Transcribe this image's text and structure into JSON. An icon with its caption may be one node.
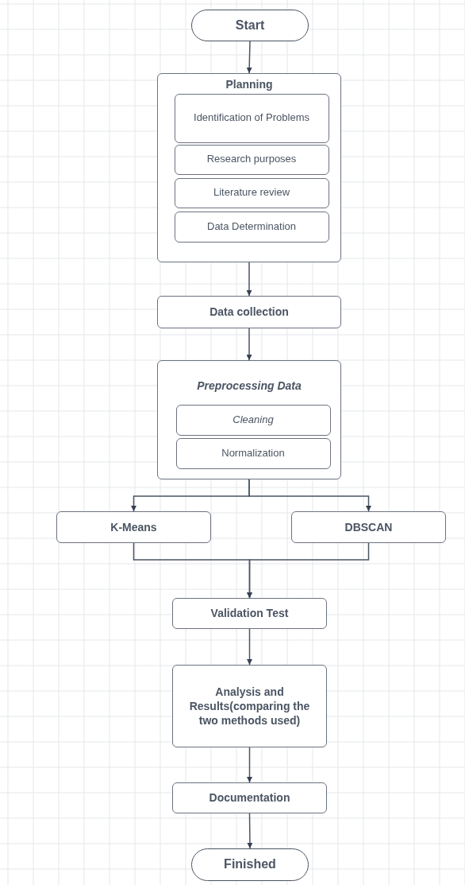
{
  "diagram": {
    "nodes": [
      {
        "text": [
          "Start"
        ]
      },
      {
        "text": [
          "Planning"
        ]
      },
      {
        "text": [
          "Identification of Problems"
        ],
        "in": 1
      },
      {
        "text": [
          "Research purposes"
        ],
        "in": 1
      },
      {
        "text": [
          "Literature review"
        ],
        "in": 1
      },
      {
        "text": [
          "Data Determination"
        ],
        "in": 1
      },
      {
        "text": [
          "Data collection"
        ]
      },
      {
        "text": [
          "Preprocessing Data"
        ]
      },
      {
        "text": [
          "Cleaning"
        ],
        "in": 7
      },
      {
        "text": [
          "Normalization"
        ],
        "in": 7
      },
      {
        "text": [
          "K-Means"
        ]
      },
      {
        "text": [
          "DBSCAN"
        ]
      },
      {
        "text": [
          "Validation Test"
        ]
      },
      {
        "text": [
          "Analysis and Results(comparing the two methods used)"
        ]
      },
      {
        "text": [
          "Documentation"
        ]
      },
      {
        "text": [
          "Finished"
        ]
      }
    ],
    "edges": [
      {
        "from": 0,
        "to": 1,
        "arrow": "to"
      },
      {
        "from": 1,
        "to": 6,
        "arrow": "to"
      },
      {
        "from": 6,
        "to": 7,
        "arrow": "to"
      },
      {
        "from": 7,
        "to": 10,
        "arrow": "to"
      },
      {
        "from": 7,
        "to": 11,
        "arrow": "to"
      },
      {
        "from": 10,
        "to": 12,
        "arrow": "to"
      },
      {
        "from": 11,
        "to": 12,
        "arrow": "to"
      },
      {
        "from": 12,
        "to": 13,
        "arrow": "to"
      },
      {
        "from": 13,
        "to": 14,
        "arrow": "to"
      },
      {
        "from": 14,
        "to": 15,
        "arrow": "to"
      }
    ]
  }
}
